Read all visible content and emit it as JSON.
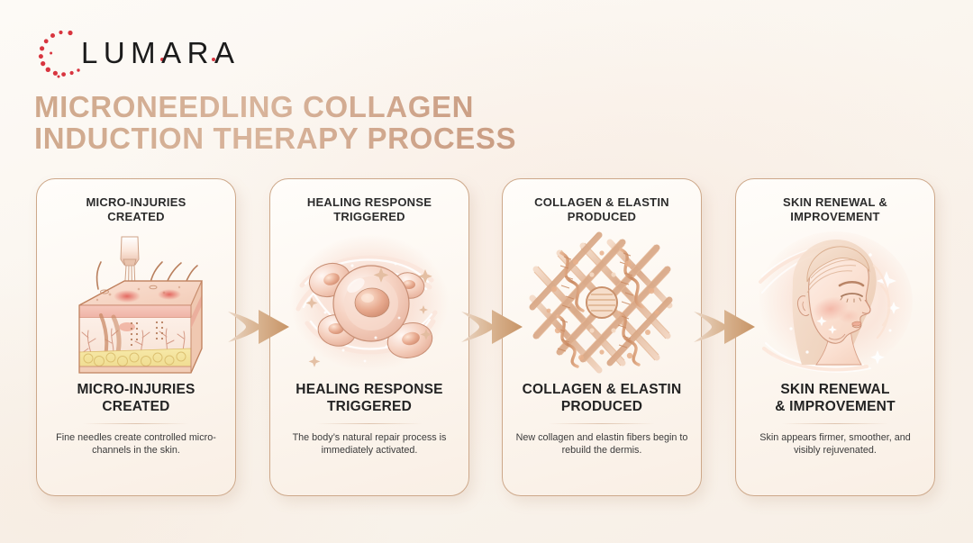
{
  "brand": {
    "name": "LUMARA",
    "dot_color": "#d8353f",
    "wordmark_color": "#1b1b1b"
  },
  "header": {
    "title_line1": "MICRONEEDLING COLLAGEN",
    "title_line2": "INDUCTION THERAPY PROCESS",
    "title_color": "#cfa68a"
  },
  "theme": {
    "background": "#faf6f0",
    "card_background": "#fdf9f3",
    "card_border": "#cda88a",
    "arrow_color": "#cda88a",
    "heading_color": "#2c2c2c",
    "body_color": "#3b3b3b"
  },
  "steps": [
    {
      "top_title": "MICRO-INJURIES\nCREATED",
      "title": "MICRO-INJURIES\nCREATED",
      "description": "Fine needles create controlled micro-channels in the skin.",
      "illustration": "skin-cross-section-with-needle-icon"
    },
    {
      "top_title": "HEALING RESPONSE\nTRIGGERED",
      "title": "HEALING RESPONSE\nTRIGGERED",
      "description": "The body’s natural repair process is immediately activated.",
      "illustration": "glowing-cells-swirl-icon"
    },
    {
      "top_title": "COLLAGEN & ELASTIN\nPRODUCED",
      "title": "COLLAGEN & ELASTIN\nPRODUCED",
      "description": "New collagen and elastin fibers begin to rebuild the dermis.",
      "illustration": "woven-collagen-fibers-icon"
    },
    {
      "top_title": "SKIN RENEWAL &\nIMPROVEMENT",
      "title": "SKIN RENEWAL\n& IMPROVEMENT",
      "description": "Skin appears firmer, smoother, and visibly rejuvenated.",
      "illustration": "radiant-female-face-profile-icon"
    }
  ],
  "connectors": [
    {
      "name": "arrow-step1-to-step2"
    },
    {
      "name": "arrow-step2-to-step3"
    },
    {
      "name": "arrow-step3-to-step4"
    }
  ]
}
